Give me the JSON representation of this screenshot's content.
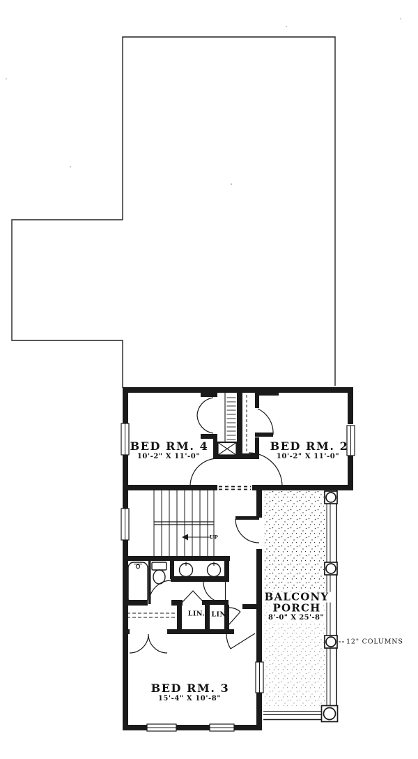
{
  "rooms": {
    "bed4": {
      "name": "BED RM. 4",
      "dims": "10'-2\" X 11'-0\""
    },
    "bed2": {
      "name": "BED RM. 2",
      "dims": "10'-2\" X 11'-0\""
    },
    "bed3": {
      "name": "BED RM. 3",
      "dims": "15'-4\" X 10'-8\""
    },
    "balcony_porch": {
      "name_line1": "BALCONY",
      "name_line2": "PORCH",
      "dims": "8'-0\" X 25'-8\""
    }
  },
  "labels": {
    "columns_note": "12\" COLUMNS",
    "linen_closet_1": "LIN.",
    "linen_closet_2": "LIN",
    "stair_direction": "UP"
  },
  "colors": {
    "ink": "#1a1a1a",
    "paper": "#ffffff"
  }
}
